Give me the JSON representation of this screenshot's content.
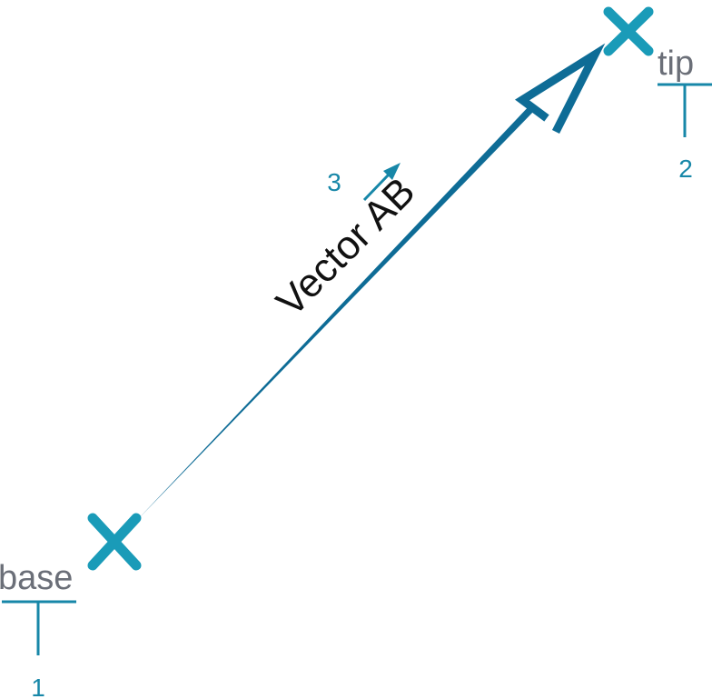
{
  "diagram": {
    "colors": {
      "marker": "#1a9bb8",
      "vector": "#0e6c96",
      "callout": "#1787a8",
      "point_label": "#6b6f78",
      "vector_label": "#111111"
    },
    "points": {
      "base": {
        "label": "base",
        "marker_icon": "x-cross-icon"
      },
      "tip": {
        "label": "tip",
        "marker_icon": "x-cross-icon"
      }
    },
    "vector": {
      "label": "Vector AB"
    },
    "callouts": [
      {
        "number": "1"
      },
      {
        "number": "2"
      },
      {
        "number": "3"
      }
    ]
  }
}
